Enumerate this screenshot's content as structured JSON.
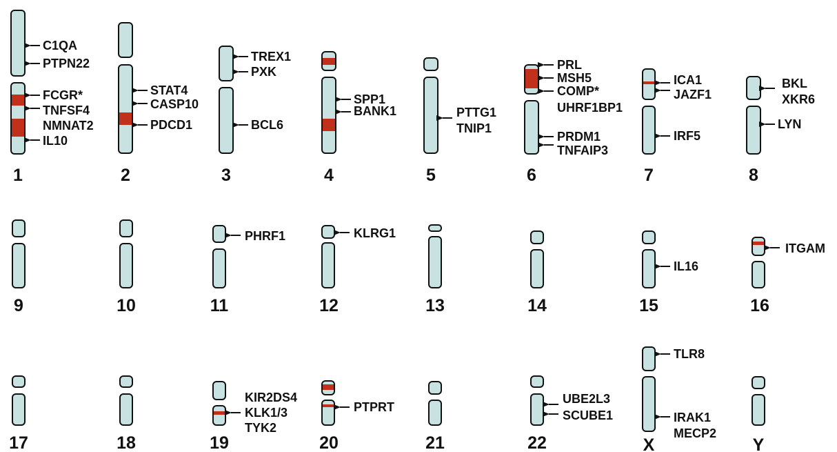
{
  "chromosomes": [
    {
      "id": "1",
      "genes": [
        "C1QA",
        "PTPN22",
        "FCGR*",
        "TNFSF4",
        "NMNAT2",
        "IL10"
      ]
    },
    {
      "id": "2",
      "genes": [
        "STAT4",
        "CASP10",
        "PDCD1"
      ]
    },
    {
      "id": "3",
      "genes": [
        "TREX1",
        "PXK",
        "BCL6"
      ]
    },
    {
      "id": "4",
      "genes": [
        "SPP1",
        "BANK1"
      ]
    },
    {
      "id": "5",
      "genes": [
        "PTTG1",
        "TNIP1"
      ]
    },
    {
      "id": "6",
      "genes": [
        "PRL",
        "MSH5",
        "COMP*",
        "UHRF1BP1",
        "PRDM1",
        "TNFAIP3"
      ]
    },
    {
      "id": "7",
      "genes": [
        "ICA1",
        "JAZF1",
        "IRF5"
      ]
    },
    {
      "id": "8",
      "genes": [
        "BKL",
        "XKR6",
        "LYN"
      ]
    },
    {
      "id": "9",
      "genes": []
    },
    {
      "id": "10",
      "genes": []
    },
    {
      "id": "11",
      "genes": [
        "PHRF1"
      ]
    },
    {
      "id": "12",
      "genes": [
        "KLRG1"
      ]
    },
    {
      "id": "13",
      "genes": []
    },
    {
      "id": "14",
      "genes": []
    },
    {
      "id": "15",
      "genes": [
        "IL16"
      ]
    },
    {
      "id": "16",
      "genes": [
        "ITGAM"
      ]
    },
    {
      "id": "17",
      "genes": []
    },
    {
      "id": "18",
      "genes": []
    },
    {
      "id": "19",
      "genes": [
        "KIR2DS4",
        "KLK1/3",
        "TYK2"
      ]
    },
    {
      "id": "20",
      "genes": [
        "PTPRT"
      ]
    },
    {
      "id": "21",
      "genes": []
    },
    {
      "id": "22",
      "genes": [
        "UBE2L3",
        "SCUBE1"
      ]
    },
    {
      "id": "X",
      "genes": [
        "TLR8",
        "IRAK1",
        "MECP2"
      ]
    },
    {
      "id": "Y",
      "genes": []
    }
  ],
  "colors": {
    "chromosome_fill": "#c8e2e2",
    "highlight_band": "#c0301a",
    "outline": "#111111"
  }
}
